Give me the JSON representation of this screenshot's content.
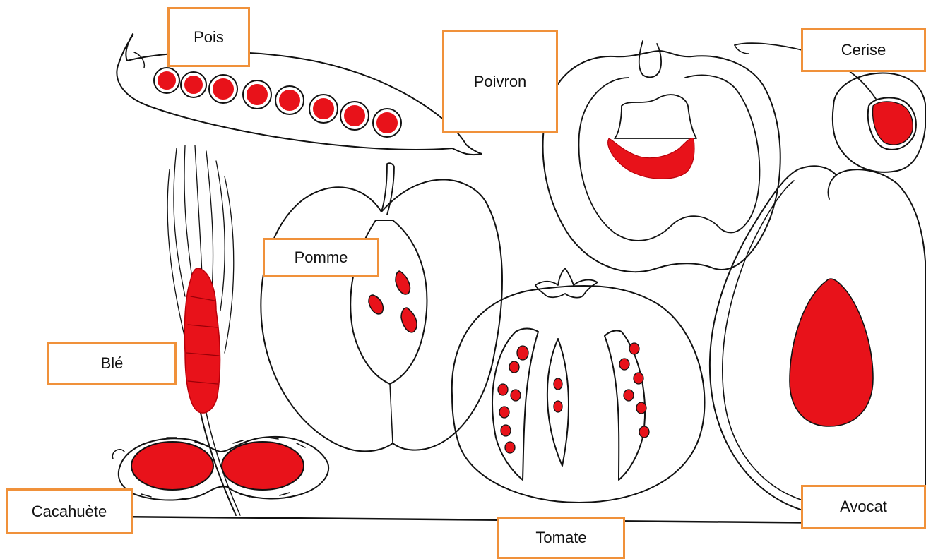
{
  "labels": {
    "pois": "Pois",
    "poivron": "Poivron",
    "cerise": "Cerise",
    "pomme": "Pomme",
    "ble": "Blé",
    "cacahuete": "Cacahuète",
    "tomate": "Tomate",
    "avocat": "Avocat"
  },
  "colors": {
    "seed": "#e8121a",
    "outline": "#111111",
    "label_border": "#f0913a",
    "background": "#ffffff"
  }
}
